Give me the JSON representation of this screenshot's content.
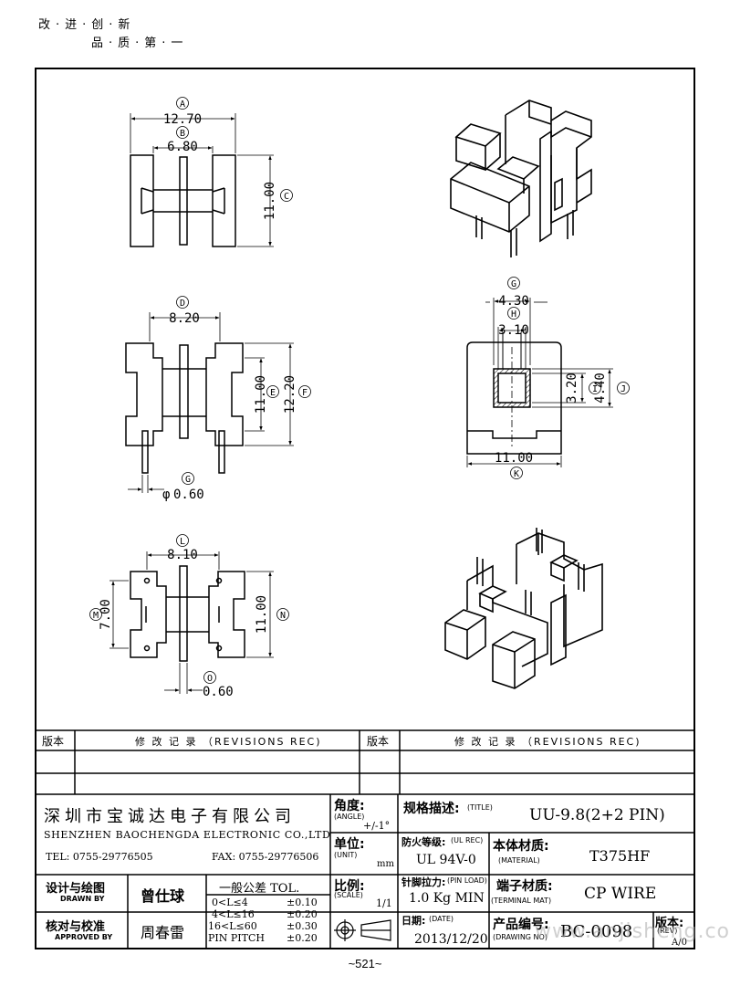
{
  "header": {
    "motto_line1": "改·进·创·新",
    "motto_line2": "品·质·第·一"
  },
  "dimensions": {
    "A": "12.70",
    "B": "6.80",
    "C": "11.00",
    "D": "8.20",
    "E": "11.00",
    "F": "12.20",
    "G_pin": "0.60",
    "G": "4.30",
    "H": "3.10",
    "I": "3.20",
    "J": "4.40",
    "K": "11.00",
    "L": "8.10",
    "M": "7.00",
    "N": "11.00",
    "O": "0.60"
  },
  "dim_markers": {
    "A": "A",
    "B": "B",
    "C": "C",
    "D": "D",
    "E": "E",
    "F": "F",
    "G": "G",
    "G2": "G",
    "H": "H",
    "I": "I",
    "J": "J",
    "K": "K",
    "L": "L",
    "M": "M",
    "N": "N",
    "O": "O"
  },
  "pin_dia_prefix": "φ",
  "revisions": {
    "col_version": "版本",
    "col_record": "修 改 记 录 （REVISIONS REC)"
  },
  "company": {
    "name_cn": "深圳市宝诚达电子有限公司",
    "name_en": "SHENZHEN BAOCHENGDA ELECTRONIC CO.,LTD",
    "tel": "TEL: 0755-29776505",
    "fax": "FAX: 0755-29776506"
  },
  "titleblock": {
    "angle_label": "角度:",
    "angle_label_en": "(ANGLE)",
    "angle_value": "+/-1°",
    "title_label": "规格描述:",
    "title_label_en": "(TITLE)",
    "title_value": "UU-9.8(2+2 PIN)",
    "unit_label": "单位:",
    "unit_label_en": "(UNIT)",
    "unit_value": "mm",
    "ul_label": "防火等级:",
    "ul_label_en": "(UL REC)",
    "ul_value": "UL 94V-0",
    "material_label": "本体材质:",
    "material_label_en": "(MATERIAL)",
    "material_value": "T375HF",
    "scale_label": "比例:",
    "scale_label_en": "(SCALE)",
    "scale_value": "1/1",
    "pinload_label": "针脚拉力:",
    "pinload_label_en": "(PIN LOAD)",
    "pinload_value": "1.0 Kg MIN",
    "terminal_label": "端子材质:",
    "terminal_label_en": "(TERMINAL MAT)",
    "terminal_value": "CP WIRE",
    "date_label": "日期:",
    "date_label_en": "(DATE)",
    "date_value": "2013/12/20",
    "drawingno_label": "产品编号:",
    "drawingno_label_en": "(DRAWING NO)",
    "drawingno_value": "BC-0098",
    "rev_label": "版本:",
    "rev_label_en": "(REV)",
    "rev_value": "A/0",
    "drawn_label": "设计与绘图",
    "drawn_label_en": "DRAWN BY",
    "drawn_value": "曾仕球",
    "approved_label": "核对与校准",
    "approved_label_en": "APPROVED BY",
    "approved_value": "周春雷",
    "tol_title": "一般公差 TOL.",
    "tol_rows": [
      {
        "range": "0<L≤4",
        "value": "±0.10"
      },
      {
        "range": "4<L≤16",
        "value": "±0.20"
      },
      {
        "range": "16<L≤60",
        "value": "±0.30"
      },
      {
        "range": "PIN PITCH",
        "value": "±0.20"
      }
    ]
  },
  "watermark": "www.anjisheng.com",
  "page_number": "~521~"
}
